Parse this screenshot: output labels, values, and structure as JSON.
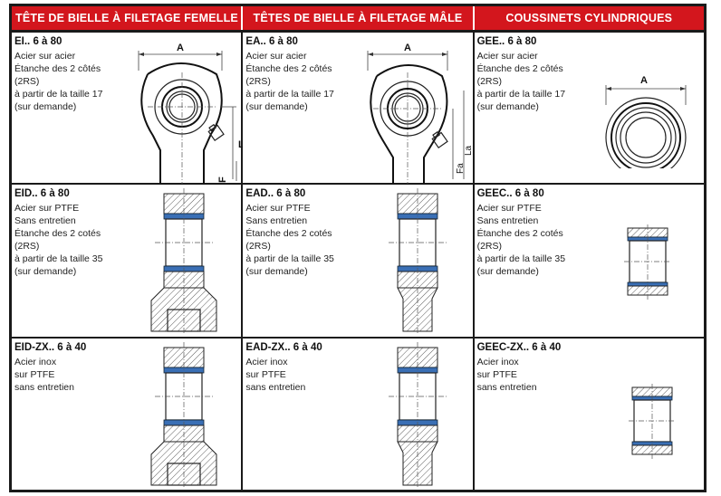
{
  "header": {
    "col1": "TÊTE DE BIELLE  À FILETAGE FEMELLE",
    "col2": "TÊTES DE BIELLE À FILETAGE MÂLE",
    "col3": "COUSSINETS CYLINDRIQUES"
  },
  "rows": [
    [
      {
        "code": "EI.. 6 à 80",
        "lines": [
          "Acier sur acier",
          "Étanche des 2 côtés",
          "(2RS)",
          "à partir de la taille 17",
          "(sur demande)"
        ]
      },
      {
        "code": "EA.. 6 à 80",
        "lines": [
          "Acier sur acier",
          "Étanche des 2 côtés",
          "(2RS)",
          "à partir de la taille 17",
          "(sur demande)"
        ]
      },
      {
        "code": "GEE.. 6 à 80",
        "lines": [
          "Acier sur acier",
          "Étanche des 2 côtés",
          "(2RS)",
          "à partir de la taille 17",
          "(sur demande)"
        ]
      }
    ],
    [
      {
        "code": "EID.. 6 à 80",
        "lines": [
          "Acier sur PTFE",
          "Sans entretien",
          "Étanche des 2 cotés",
          "(2RS)",
          "à partir de la taille 35",
          "(sur demande)"
        ]
      },
      {
        "code": "EAD.. 6 à 80",
        "lines": [
          "Acier sur PTFE",
          "Sans entretien",
          "Étanche des 2 cotés",
          "(2RS)",
          "à partir de la taille 35",
          "(sur demande)"
        ]
      },
      {
        "code": "GEEC.. 6 à 80",
        "lines": [
          "Acier sur PTFE",
          "Sans entretien",
          "Étanche des 2 cotés",
          "(2RS)",
          "à partir de la taille 35",
          "(sur demande)"
        ]
      }
    ],
    [
      {
        "code": "EID-ZX.. 6 à 40",
        "lines": [
          "Acier inox",
          "sur PTFE",
          "sans entretien"
        ]
      },
      {
        "code": "EAD-ZX.. 6 à 40",
        "lines": [
          "Acier inox",
          "sur PTFE",
          "sans entretien"
        ]
      },
      {
        "code": "GEEC-ZX.. 6 à 40",
        "lines": [
          "Acier inox",
          "sur PTFE",
          "sans entretien"
        ]
      }
    ]
  ],
  "dims": {
    "a": "A",
    "f": "F",
    "l": "L",
    "fa": "Fa",
    "la": "La"
  },
  "colors": {
    "header_bg": "#d3161d",
    "liner": "#3a6fb5"
  }
}
